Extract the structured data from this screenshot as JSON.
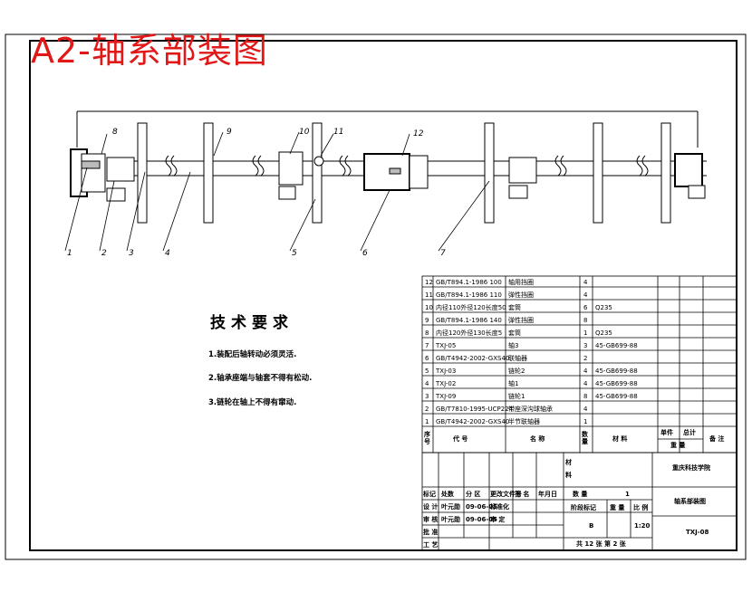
{
  "drawing_title": "A2-轴系部装图",
  "balloons": [
    "1",
    "2",
    "3",
    "4",
    "5",
    "6",
    "7",
    "8",
    "9",
    "10",
    "11",
    "12"
  ],
  "tech_requirements": {
    "title": "技术要求",
    "lines": [
      "1.装配后轴转动必须灵活.",
      "2.轴承座端与轴套不得有松动.",
      "3.链轮在轴上不得有窜动."
    ]
  },
  "parts_list": {
    "rows": [
      {
        "no": "12",
        "code": "GB/T894.1-1986 100",
        "name": "轴用挡圈",
        "qty": "4",
        "material": ""
      },
      {
        "no": "11",
        "code": "GB/T894.1-1986 110",
        "name": "弹性挡圈",
        "qty": "4",
        "material": ""
      },
      {
        "no": "10",
        "code": "内径110外径120长度50",
        "name": "套筒",
        "qty": "6",
        "material": "Q235"
      },
      {
        "no": "9",
        "code": "GB/T894.1-1986 140",
        "name": "弹性挡圈",
        "qty": "8",
        "material": ""
      },
      {
        "no": "8",
        "code": "内径120外径130长度5",
        "name": "套筒",
        "qty": "1",
        "material": "Q235"
      },
      {
        "no": "7",
        "code": "TXJ-05",
        "name": "轴3",
        "qty": "3",
        "material": "45-GB699-88"
      },
      {
        "no": "6",
        "code": "GB/T4942-2002-GXS40",
        "name": "联轴器",
        "qty": "2",
        "material": ""
      },
      {
        "no": "5",
        "code": "TXJ-03",
        "name": "链轮2",
        "qty": "4",
        "material": "45-GB699-88"
      },
      {
        "no": "4",
        "code": "TXJ-02",
        "name": "轴1",
        "qty": "4",
        "material": "45-GB699-88"
      },
      {
        "no": "3",
        "code": "TXJ-09",
        "name": "链轮1",
        "qty": "8",
        "material": "45-GB699-88"
      },
      {
        "no": "2",
        "code": "GB/T7810-1995-UCP224",
        "name": "带座深沟球轴承",
        "qty": "4",
        "material": ""
      },
      {
        "no": "1",
        "code": "GB/T4942-2002-GXS40",
        "name": "半节联轴器",
        "qty": "1",
        "material": ""
      }
    ],
    "header": {
      "no": "序号",
      "code": "代 号",
      "name": "名 称",
      "qty": "数量",
      "material": "材 料",
      "unit_weight": "单件",
      "total_weight": "总计",
      "weight": "重 量",
      "remark": "备 注"
    }
  },
  "title_block": {
    "material_label": "材料",
    "school": "重庆科技学院",
    "drawing_name": "轴系部装图",
    "drawing_no": "TXJ-08",
    "labels": {
      "mark": "标记",
      "count": "处数",
      "zone": "分 区",
      "change_doc": "更改文件号",
      "signature": "签 名",
      "date": "年月日",
      "design": "设 计",
      "standardize": "标准化",
      "check": "审 核",
      "process": "工 艺",
      "approve": "批 准",
      "review": "审 定",
      "quantity": "数 量",
      "stage_mark": "阶段标记",
      "weight": "重 量",
      "scale": "比 例"
    },
    "designer": "叶元勋",
    "date1": "09-06-05",
    "drafter": "叶元勋",
    "date2": "09-06-05",
    "quantity_value": "1",
    "scale_value": "1:20",
    "stage_value": "B",
    "sheets": "共 12 张  第 2 张"
  }
}
